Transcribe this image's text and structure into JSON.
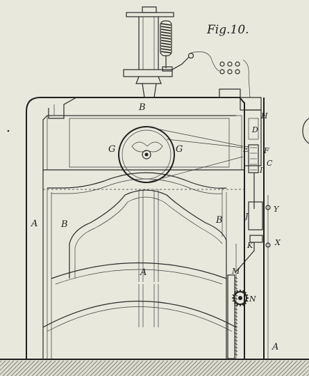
{
  "figure_title": "Fig.10.",
  "labels": {
    "B_top": "B",
    "G_left": "G",
    "G_right": "G",
    "A_left": "A",
    "B_left": "B",
    "B_right": "B",
    "A_center": "A",
    "A_bottom": "A",
    "H": "H",
    "D": "D",
    "E": "E",
    "F": "F",
    "C": "C",
    "I": "I",
    "J": "J",
    "Y": "Y",
    "K": "K",
    "X": "X",
    "M": "M",
    "N": "N"
  },
  "colors": {
    "paper": "#e8e8dc",
    "ink": "#1e1e1e"
  }
}
